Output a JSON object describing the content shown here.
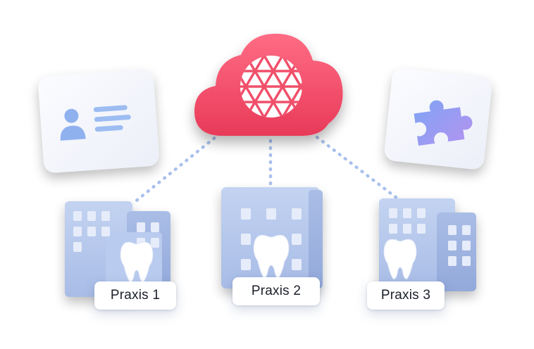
{
  "diagram": {
    "hub": {
      "name": "cloud",
      "icon": "triangle-grid-globe-icon",
      "color": "#f0506a"
    },
    "cards": [
      {
        "name": "patient-profile-card",
        "icon": "user-list-icon"
      },
      {
        "name": "plugin-card",
        "icon": "puzzle-piece-icon"
      }
    ],
    "practices": [
      {
        "label": "Praxis 1",
        "icon": "tooth-icon"
      },
      {
        "label": "Praxis 2",
        "icon": "tooth-icon"
      },
      {
        "label": "Praxis 3",
        "icon": "tooth-icon"
      }
    ],
    "connections": [
      {
        "from": "cloud",
        "to": "Praxis 1",
        "style": "dotted"
      },
      {
        "from": "cloud",
        "to": "Praxis 2",
        "style": "dotted"
      },
      {
        "from": "cloud",
        "to": "Praxis 3",
        "style": "dotted"
      }
    ],
    "colors": {
      "cloud": "#f0506a",
      "connector": "#a9c0ec",
      "building": "#b3c6ec",
      "tooth": "#ffffff",
      "card": "#f4f6fc",
      "accent_blue": "#8fb2ef",
      "puzzle_start": "#7fa3f4",
      "puzzle_end": "#b294f0"
    }
  }
}
